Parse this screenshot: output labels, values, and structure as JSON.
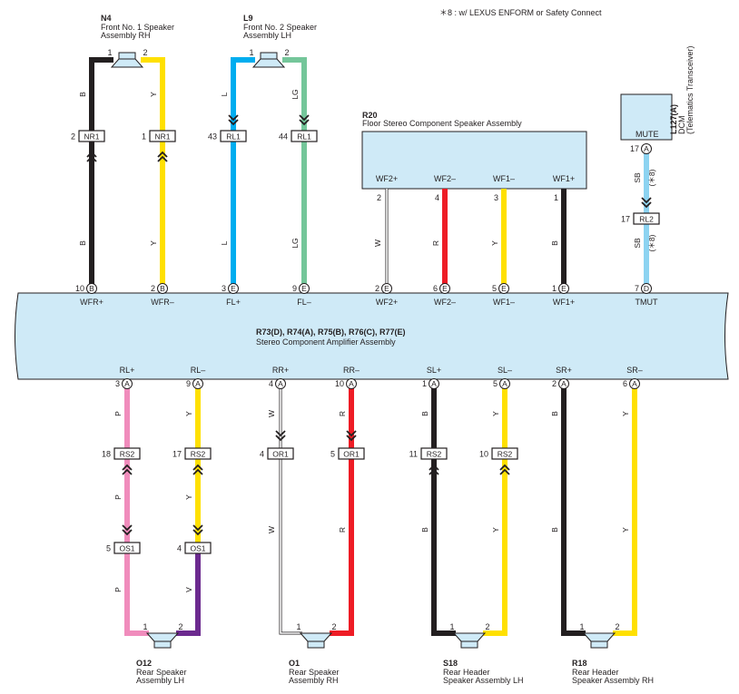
{
  "note": "＊8 : w/ LEXUS ENFORM or Safety Connect",
  "colors": {
    "B": "#231f20",
    "Y": "#ffe000",
    "L": "#00adef",
    "LG": "#74c69a",
    "W": "#ffffff",
    "R": "#ee1c25",
    "SB": "#8dd3f1",
    "P": "#f08cbc",
    "V": "#6c2a8f",
    "box": "#cfeaf7"
  },
  "components": {
    "n4": {
      "ref": "N4",
      "name1": "Front No. 1 Speaker",
      "name2": "Assembly RH"
    },
    "l9": {
      "ref": "L9",
      "name1": "Front No. 2 Speaker",
      "name2": "Assembly LH"
    },
    "r20": {
      "ref": "R20",
      "name": "Floor Stereo Component Speaker Assembly",
      "pins": [
        "WF2+",
        "WF2–",
        "WF1–",
        "WF1+"
      ]
    },
    "dcm": {
      "ref": "L127(A)",
      "name1": "DCM",
      "name2": "(Telematics Transceiver)",
      "pin": "MUTE"
    },
    "amp": {
      "ref": "R73(D), R74(A), R75(B), R76(C), R77(E)",
      "name": "Stereo Component Amplifier Assembly",
      "top_pins": [
        "WFR+",
        "WFR–",
        "FL+",
        "FL–",
        "WF2+",
        "WF2–",
        "WF1–",
        "WF1+",
        "TMUT"
      ],
      "bottom_pins": [
        "RL+",
        "RL–",
        "RR+",
        "RR–",
        "SL+",
        "SL–",
        "SR+",
        "SR–"
      ]
    },
    "o12": {
      "ref": "O12",
      "name1": "Rear Speaker",
      "name2": "Assembly LH"
    },
    "o1": {
      "ref": "O1",
      "name1": "Rear Speaker",
      "name2": "Assembly RH"
    },
    "s18": {
      "ref": "S18",
      "name1": "Rear Header",
      "name2": "Speaker Assembly LH"
    },
    "r18": {
      "ref": "R18",
      "name1": "Rear Header",
      "name2": "Speaker Assembly RH"
    }
  },
  "connectors": {
    "nr1": "NR1",
    "rl1": "RL1",
    "rl2": "RL2",
    "rs2": "RS2",
    "os1": "OS1",
    "or1": "OR1"
  },
  "terminals": {
    "amp_top": [
      {
        "num": "10",
        "letter": "B"
      },
      {
        "num": "2",
        "letter": "B"
      },
      {
        "num": "3",
        "letter": "E"
      },
      {
        "num": "9",
        "letter": "E"
      },
      {
        "num": "2",
        "letter": "E"
      },
      {
        "num": "6",
        "letter": "E"
      },
      {
        "num": "5",
        "letter": "E"
      },
      {
        "num": "1",
        "letter": "E"
      },
      {
        "num": "7",
        "letter": "D"
      }
    ],
    "amp_bottom": [
      {
        "num": "3",
        "letter": "A"
      },
      {
        "num": "9",
        "letter": "A"
      },
      {
        "num": "4",
        "letter": "A"
      },
      {
        "num": "10",
        "letter": "A"
      },
      {
        "num": "1",
        "letter": "A"
      },
      {
        "num": "5",
        "letter": "A"
      },
      {
        "num": "2",
        "letter": "A"
      },
      {
        "num": "6",
        "letter": "A"
      }
    ],
    "dcm": {
      "num": "17",
      "letter": "A"
    },
    "r20_nums": [
      "2",
      "4",
      "3",
      "1"
    ],
    "nr1_nums": [
      "2",
      "1"
    ],
    "rl1_nums": [
      "43",
      "44"
    ],
    "rl2_num": "17",
    "rs2_nums": [
      "18",
      "17",
      "11",
      "10"
    ],
    "os1_nums": [
      "5",
      "4"
    ],
    "or1_nums": [
      "4",
      "5"
    ],
    "speaker_pins": [
      "1",
      "2"
    ]
  },
  "wire_codes": {
    "b": "B",
    "y": "Y",
    "l": "L",
    "lg": "LG",
    "w": "W",
    "r": "R",
    "sb": "SB",
    "p": "P",
    "v": "V",
    "star8": "(＊8)"
  }
}
